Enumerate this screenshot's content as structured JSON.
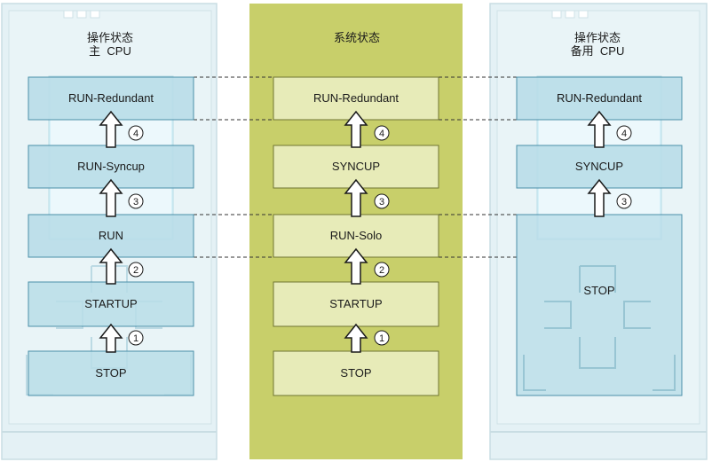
{
  "columns": {
    "primary": {
      "title": "操作状态",
      "subtitle": "主  CPU",
      "states": [
        "RUN-Redundant",
        "RUN-Syncup",
        "RUN",
        "STARTUP",
        "STOP"
      ]
    },
    "system": {
      "title": "系统状态",
      "states": [
        "RUN-Redundant",
        "SYNCUP",
        "RUN-Solo",
        "STARTUP",
        "STOP"
      ]
    },
    "backup": {
      "title": "操作状态",
      "subtitle": "备用  CPU",
      "states": [
        "RUN-Redundant",
        "SYNCUP",
        "STOP"
      ]
    }
  },
  "step_numbers": [
    "1",
    "2",
    "3",
    "4"
  ],
  "colors": {
    "cpu_box": "#b9dde8",
    "cpu_box_border": "#4b8fa8",
    "system_column": "#c8cf6a",
    "system_box": "#e7ebb8",
    "system_box_border": "#6f7532",
    "screen": "#d6f0f8",
    "panel": "#e4f1f5"
  }
}
